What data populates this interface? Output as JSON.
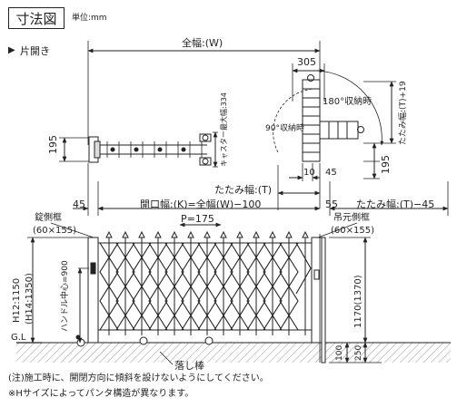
{
  "header": {
    "title": "寸法図",
    "unit": "単位:mm",
    "section": "片開き"
  },
  "top_view": {
    "total_width": "全幅:(W)",
    "dim_305": "305",
    "dim_195_left": "195",
    "caster_label": "キャスター最大幅:334",
    "rot_180": "180°収納時",
    "rot_90": "90°収納時",
    "folded_dim_right": "たたみ幅:(T)+19",
    "dim_195_right": "195",
    "dim_10": "10",
    "dim_45_top": "45",
    "folded_width": "たたみ幅:(T)",
    "dim_45_left": "45",
    "opening_width": "開口幅:(K)=全幅(W)−100",
    "dim_55": "55",
    "folded_minus": "たたみ幅:(T)−45"
  },
  "front_view": {
    "lock_post": "錠側框",
    "lock_post_size": "(60×155)",
    "pitch": "P=175",
    "hang_post": "吊元側框",
    "hang_post_size": "(60×155)",
    "h12": "H12:1150",
    "h14": "(H14:1350)",
    "handle_center": "ハンドル中心=900",
    "height_right": "1170(1370)",
    "gl": "G.L",
    "drop_bar": "落し棒",
    "dim_100": "100",
    "dim_250": "250"
  },
  "notes": {
    "note1": "(注)施工時に、開閉方向に傾斜を設けないようにしてください。",
    "note2": "※Hサイズによってパンタ構造が異なります。"
  }
}
